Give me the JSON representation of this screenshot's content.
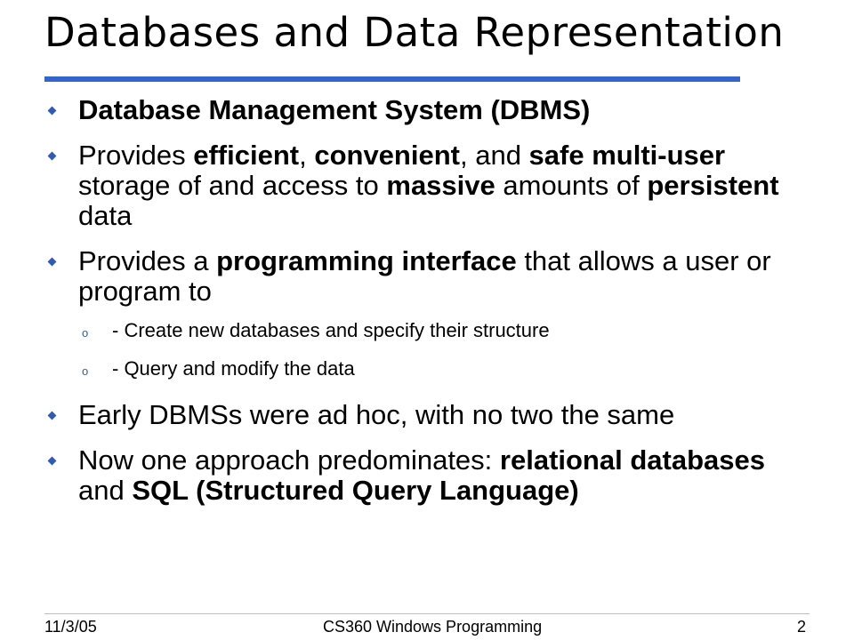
{
  "slide": {
    "title": "Databases and Data Representation",
    "bullets": [
      {
        "segments": [
          {
            "text": "Database Management System (DBMS)",
            "bold": true
          }
        ]
      },
      {
        "segments": [
          {
            "text": "Provides ",
            "bold": false
          },
          {
            "text": "efficient",
            "bold": true
          },
          {
            "text": ", ",
            "bold": false
          },
          {
            "text": "convenient",
            "bold": true
          },
          {
            "text": ", and ",
            "bold": false
          },
          {
            "text": "safe multi-user",
            "bold": true
          },
          {
            "text": " storage of and access to ",
            "bold": false
          },
          {
            "text": "massive",
            "bold": true
          },
          {
            "text": " amounts of ",
            "bold": false
          },
          {
            "text": "persistent",
            "bold": true
          },
          {
            "text": " data",
            "bold": false
          }
        ]
      },
      {
        "segments": [
          {
            "text": "Provides a ",
            "bold": false
          },
          {
            "text": "programming interface",
            "bold": true
          },
          {
            "text": " that allows a user or program to",
            "bold": false
          }
        ],
        "subs": [
          "- Create new databases and specify their structure",
          "- Query and modify the data"
        ]
      },
      {
        "segments": [
          {
            "text": "Early DBMSs were ad hoc, with no two the same",
            "bold": false
          }
        ]
      },
      {
        "segments": [
          {
            "text": "Now one approach predominates: ",
            "bold": false
          },
          {
            "text": "relational databases",
            "bold": true
          },
          {
            "text": " and ",
            "bold": false
          },
          {
            "text": "SQL (Structured Query Language)",
            "bold": true
          }
        ]
      }
    ],
    "sub_bullet_glyph": "o"
  },
  "footer": {
    "date": "11/3/05",
    "course": "CS360 Windows Programming",
    "page": "2"
  },
  "colors": {
    "accent": "#3366cc",
    "bullet": "#2f5bb7",
    "footer_rule": "#bfbfbf"
  }
}
